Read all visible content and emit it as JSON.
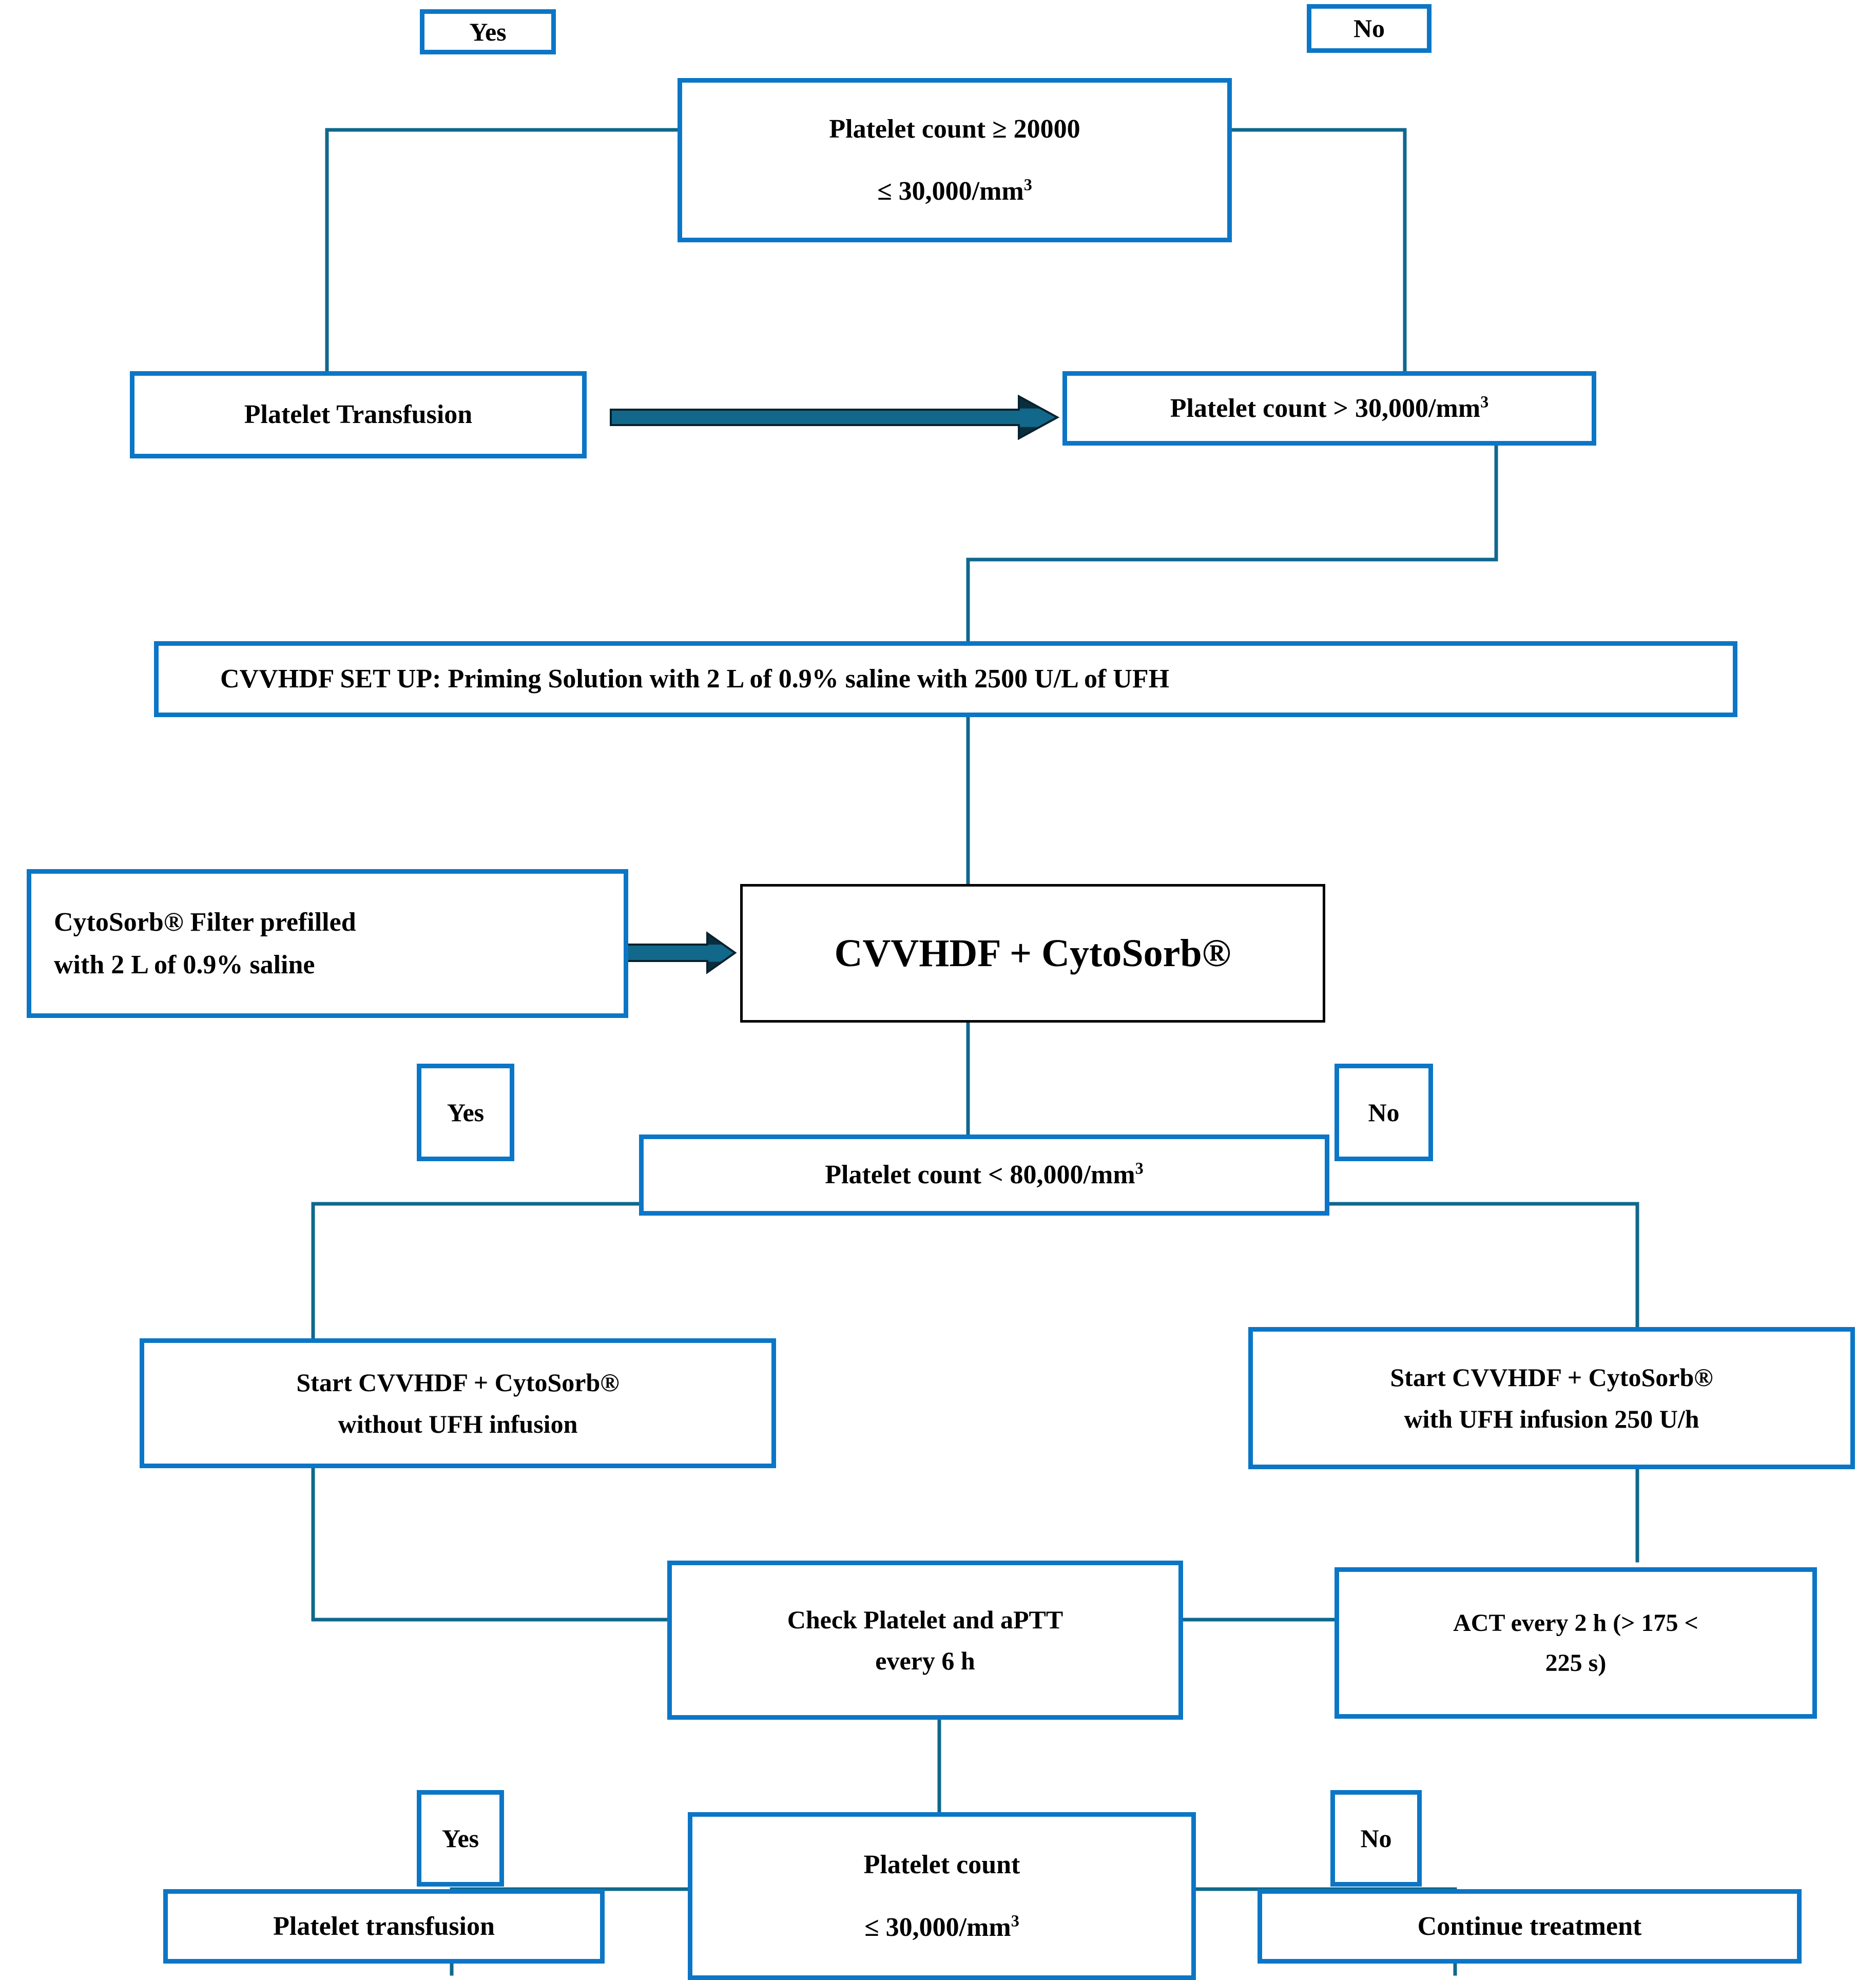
{
  "diagram": {
    "title": "CVVHDF + CytoSorb anticoagulation and platelet management flowchart",
    "colors": {
      "node_border": "#0C76C6",
      "connector": "#10688C",
      "arrow_fill": "#106A8C",
      "arrow_shadow": "#0A2A38",
      "emphasis_border": "#000000",
      "text": "#000000",
      "background": "#FFFFFF"
    }
  },
  "nodes": {
    "yes_top": {
      "label": "Yes"
    },
    "no_top": {
      "label": "No"
    },
    "platelet_count_20k": {
      "line1": "Platelet count ≥ 20000",
      "line2_pre": "≤ 30,000/mm",
      "line2_sup": "3"
    },
    "platelet_transfusion_top": {
      "label": "Platelet Transfusion"
    },
    "platelet_count_gt_30k": {
      "line1_pre": "Platelet count > 30,000/mm",
      "line1_sup": "3"
    },
    "cvvhdf_setup": {
      "label": "CVVHDF SET UP: Priming Solution with 2 L of 0.9% saline with 2500 U/L of UFH"
    },
    "cytosorb_filter": {
      "line1": "CytoSorb® Filter prefilled",
      "line2": "with 2 L of 0.9% saline"
    },
    "cvvhdf_cytosorb": {
      "label": "CVVHDF + CytoSorb®"
    },
    "yes_mid": {
      "label": "Yes"
    },
    "no_mid": {
      "label": "No"
    },
    "platelet_count_lt_80k": {
      "line1_pre": "Platelet count < 80,000/mm",
      "line1_sup": "3"
    },
    "start_without_ufh": {
      "line1": "Start CVVHDF + CytoSorb®",
      "line2": "without UFH infusion"
    },
    "start_with_ufh": {
      "line1": "Start CVVHDF + CytoSorb®",
      "line2": "with UFH infusion 250 U/h"
    },
    "check_platelet_aptt": {
      "line1": "Check Platelet and aPTT",
      "line2": "every 6 h"
    },
    "act_monitor": {
      "line1": "ACT every 2 h (> 175 <",
      "line2": "225 s)"
    },
    "yes_bottom": {
      "label": "Yes"
    },
    "no_bottom": {
      "label": "No"
    },
    "platelet_count_30k_bottom": {
      "line1": "Platelet count",
      "line2_pre": "≤ 30,000/mm",
      "line2_sup": "3"
    },
    "platelet_transfusion_bottom": {
      "label": "Platelet transfusion"
    },
    "continue_treatment": {
      "label": "Continue treatment"
    }
  },
  "arrows": {
    "transfusion_to_count": {
      "name": "block-arrow-right"
    },
    "filter_to_cvvhdf": {
      "name": "block-arrow-right"
    }
  }
}
